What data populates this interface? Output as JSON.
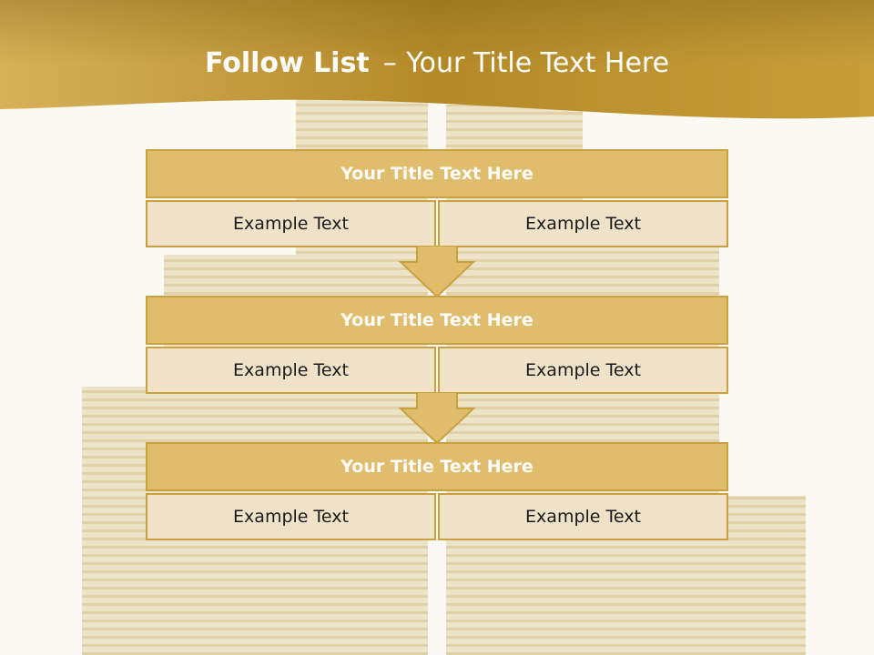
{
  "header": {
    "title_bold": "Follow List",
    "title_separator": "–",
    "title_rest": "Your Title Text Here"
  },
  "colors": {
    "header_band": "#c39a31",
    "block_head": "#dfbd6c",
    "block_border": "#c9a13f",
    "block_cell": "#efe2c8"
  },
  "blocks": [
    {
      "title": "Your Title Text Here",
      "left": "Example Text",
      "right": "Example Text"
    },
    {
      "title": "Your Title Text Here",
      "left": "Example Text",
      "right": "Example Text"
    },
    {
      "title": "Your Title Text Here",
      "left": "Example Text",
      "right": "Example Text"
    }
  ]
}
